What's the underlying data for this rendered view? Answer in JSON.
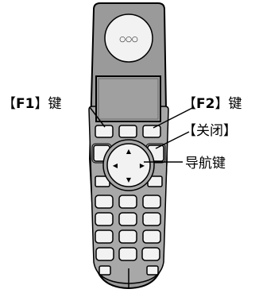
{
  "colors": {
    "body_fill": "#9a9a9a",
    "inner_fill": "#a8a8a8",
    "button_fill": "#f2f2f2",
    "outline": "#000000",
    "background": "#ffffff"
  },
  "handset": {
    "earpiece_label": "○○○",
    "nav_arrows": {
      "up": "▲",
      "down": "▼",
      "left": "◀",
      "right": "▶"
    }
  },
  "callouts": {
    "f1": {
      "bracket_open": "【",
      "key": "F1",
      "bracket_close": "】",
      "suffix": "键"
    },
    "f2": {
      "bracket_open": "【",
      "key": "F2",
      "bracket_close": "】",
      "suffix": "键"
    },
    "off": {
      "text": "【关闭】"
    },
    "nav": {
      "text": "导航键"
    }
  }
}
